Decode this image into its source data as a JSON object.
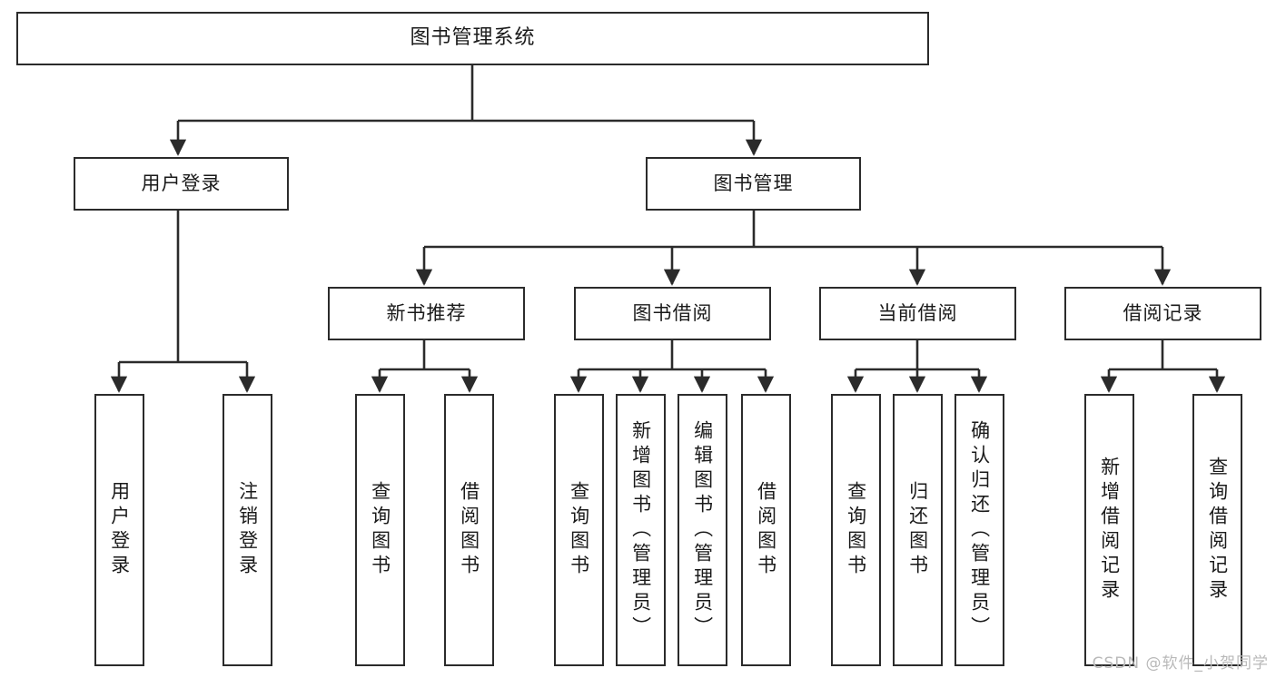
{
  "diagram": {
    "title": "图书管理系统",
    "type": "tree-hierarchy",
    "orientation": "top-down",
    "colors": {
      "box_border": "#2b2b2b",
      "box_fill": "#ffffff",
      "connector": "#2b2b2b",
      "text": "#1a1a1a",
      "watermark": "#b9b9b9"
    },
    "levels": {
      "root": {
        "label": "图书管理系统"
      },
      "level2": [
        {
          "id": "user-login",
          "label": "用户登录"
        },
        {
          "id": "book-management",
          "label": "图书管理"
        }
      ],
      "level3": [
        {
          "id": "new-book-recommend",
          "label": "新书推荐",
          "parent": "book-management"
        },
        {
          "id": "book-borrow",
          "label": "图书借阅",
          "parent": "book-management"
        },
        {
          "id": "current-borrow",
          "label": "当前借阅",
          "parent": "book-management"
        },
        {
          "id": "borrow-record",
          "label": "借阅记录",
          "parent": "book-management"
        }
      ],
      "leaves": [
        {
          "id": "leaf-user-login",
          "label": "用户登录",
          "parent": "user-login"
        },
        {
          "id": "leaf-logout",
          "label": "注销登录",
          "parent": "user-login"
        },
        {
          "id": "leaf-query-book-1",
          "label": "查询图书",
          "parent": "new-book-recommend"
        },
        {
          "id": "leaf-borrow-book-1",
          "label": "借阅图书",
          "parent": "new-book-recommend"
        },
        {
          "id": "leaf-query-book-2",
          "label": "查询图书",
          "parent": "book-borrow"
        },
        {
          "id": "leaf-add-book",
          "label": "新增图书（管理员）",
          "parent": "book-borrow"
        },
        {
          "id": "leaf-edit-book",
          "label": "编辑图书（管理员）",
          "parent": "book-borrow"
        },
        {
          "id": "leaf-borrow-book-2",
          "label": "借阅图书",
          "parent": "book-borrow"
        },
        {
          "id": "leaf-query-book-3",
          "label": "查询图书",
          "parent": "current-borrow"
        },
        {
          "id": "leaf-return-book",
          "label": "归还图书",
          "parent": "current-borrow"
        },
        {
          "id": "leaf-confirm-return",
          "label": "确认归还（管理员）",
          "parent": "current-borrow"
        },
        {
          "id": "leaf-add-record",
          "label": "新增借阅记录",
          "parent": "borrow-record"
        },
        {
          "id": "leaf-query-record",
          "label": "查询借阅记录",
          "parent": "borrow-record"
        }
      ]
    }
  },
  "watermark": {
    "text": "CSDN @软件_小贺同学"
  }
}
